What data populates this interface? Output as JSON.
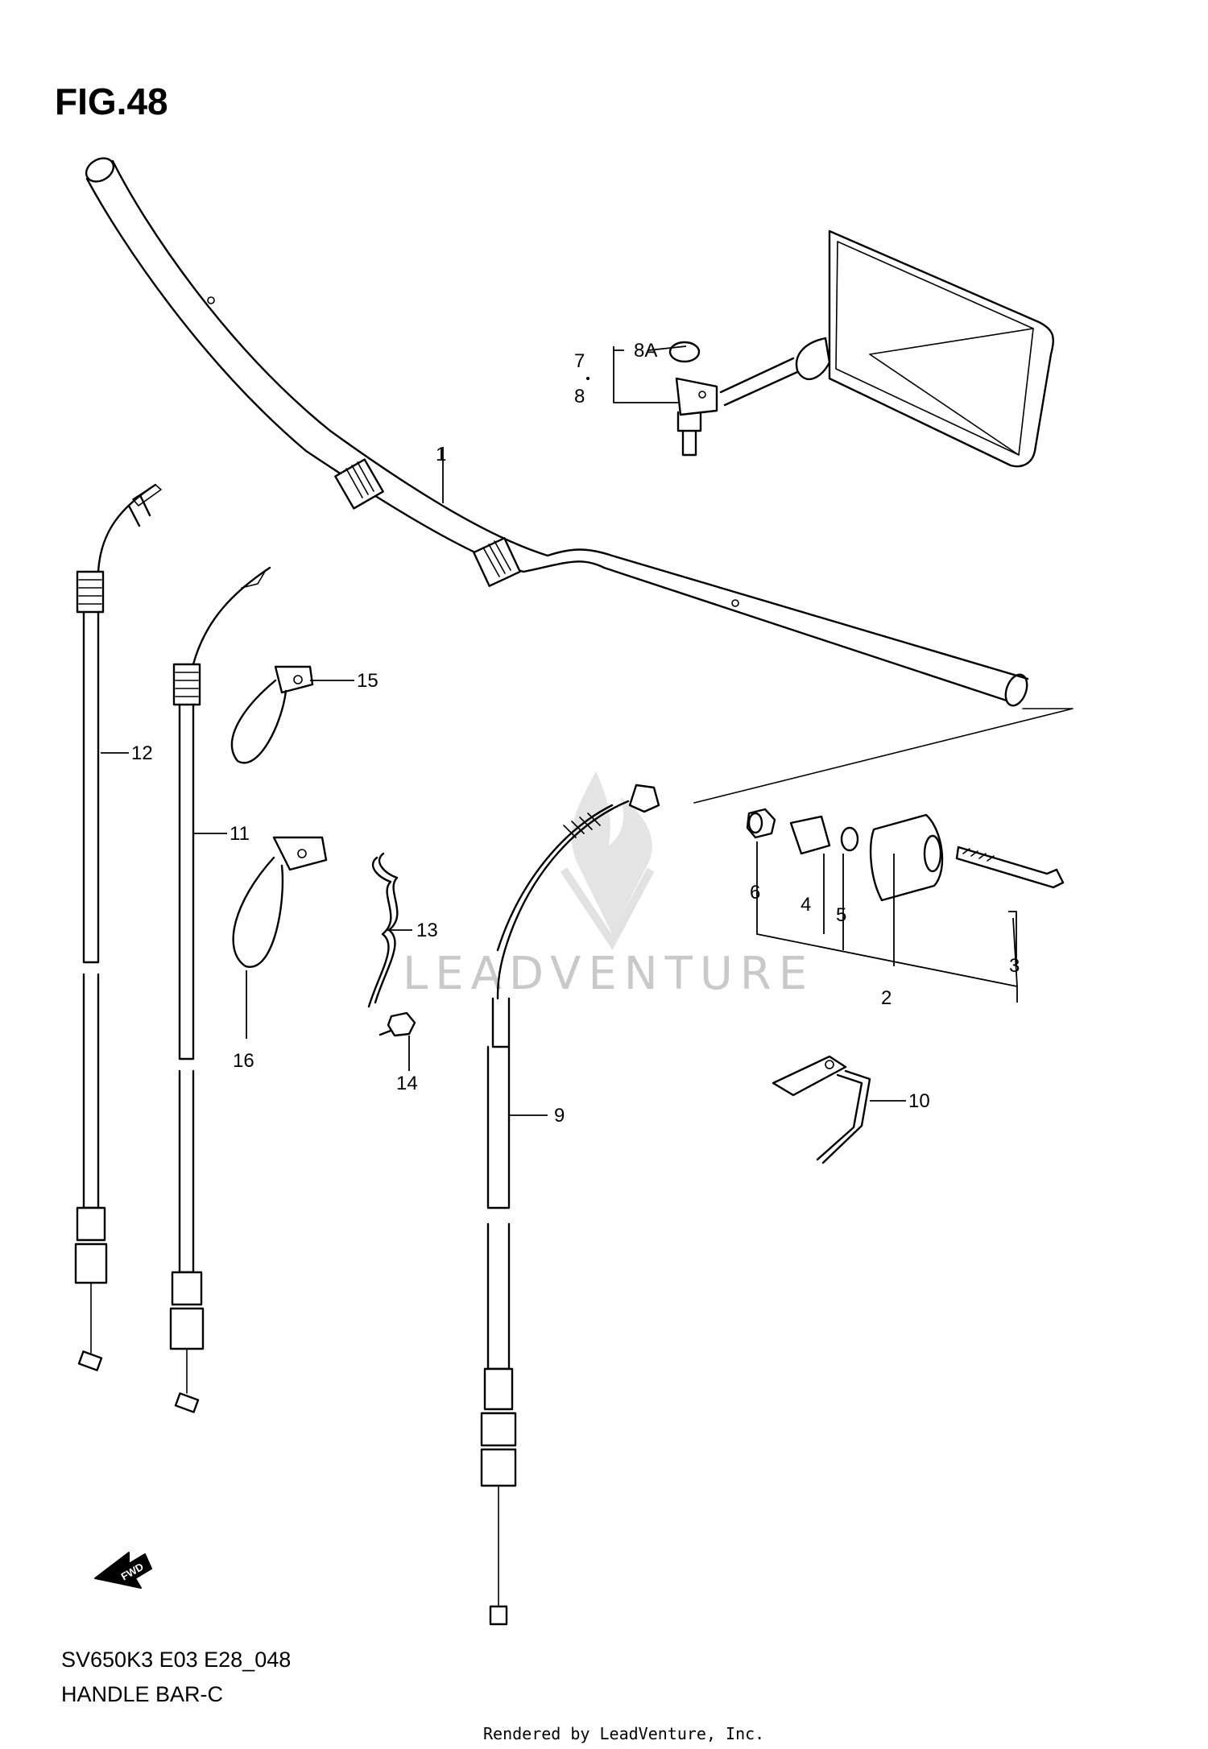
{
  "figure": {
    "title": "FIG.48",
    "model_code": "SV650K3 E03 E28_048",
    "name": "HANDLE BAR-C",
    "rendered_by": "Rendered by LeadVenture, Inc.",
    "watermark": "LEADVENTURE"
  },
  "callouts": [
    {
      "id": "1",
      "label": "1"
    },
    {
      "id": "2",
      "label": "2"
    },
    {
      "id": "3",
      "label": "3"
    },
    {
      "id": "4",
      "label": "4"
    },
    {
      "id": "5",
      "label": "5"
    },
    {
      "id": "6",
      "label": "6"
    },
    {
      "id": "7",
      "label": "7"
    },
    {
      "id": "8",
      "label": "8"
    },
    {
      "id": "8A",
      "label": "8A"
    },
    {
      "id": "9",
      "label": "9"
    },
    {
      "id": "10",
      "label": "10"
    },
    {
      "id": "11",
      "label": "11"
    },
    {
      "id": "12",
      "label": "12"
    },
    {
      "id": "13",
      "label": "13"
    },
    {
      "id": "14",
      "label": "14"
    },
    {
      "id": "15",
      "label": "15"
    },
    {
      "id": "16",
      "label": "16"
    }
  ],
  "fwd_arrow_label": "FWD"
}
